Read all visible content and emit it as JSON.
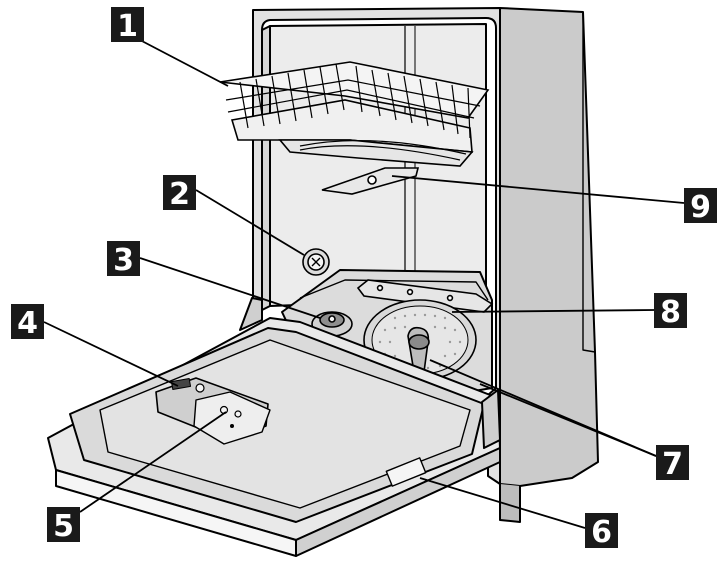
{
  "diagram": {
    "callouts": [
      {
        "id": "1",
        "label": "1",
        "part": "upper-basket"
      },
      {
        "id": "2",
        "label": "2",
        "part": "water-inlet"
      },
      {
        "id": "3",
        "label": "3",
        "part": "salt-container"
      },
      {
        "id": "4",
        "label": "4",
        "part": "rinse-aid-dispenser"
      },
      {
        "id": "5",
        "label": "5",
        "part": "detergent-dispenser"
      },
      {
        "id": "6",
        "label": "6",
        "part": "rating-plate"
      },
      {
        "id": "7",
        "label": "7",
        "part": "filters"
      },
      {
        "id": "8",
        "label": "8",
        "part": "lower-spray-arm"
      },
      {
        "id": "9",
        "label": "9",
        "part": "upper-spray-arm"
      }
    ],
    "colors": {
      "line": "#000000",
      "cabinet": "#dedede",
      "cabinet_side": "#c9c9c9",
      "tub": "#ececec",
      "door": "#e6e6e6",
      "door_inner": "#d4d4d4",
      "callout_box": "#1a1a1a",
      "callout_text": "#ffffff"
    }
  }
}
